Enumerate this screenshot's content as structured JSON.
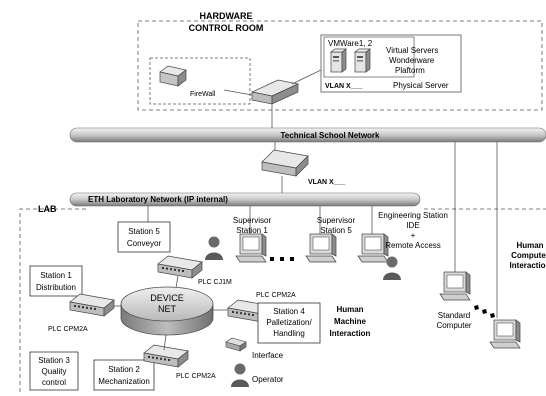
{
  "colors": {
    "network_bar_light": "#e8e8e8",
    "network_bar_dark": "#8c8c8c",
    "equipment_light": "#f2f2f2",
    "equipment_dark": "#8a8a8a",
    "line": "#555555"
  },
  "hardware_room": {
    "title_line1": "HARDWARE",
    "title_line2": "CONTROL ROOM",
    "firewall": "FireWall",
    "vmware": "VMWare1, 2",
    "virtual_servers": "Virtual Servers",
    "wonderware": "Wonderware",
    "platform": "Plaftorm",
    "vlan": "VLAN X___",
    "physical_server": "Physical Server"
  },
  "networks": {
    "technical_school": "Technical School Network",
    "lab_network": "ETH  Laboratory Network  (IP internal)",
    "vlan": "VLAN X___"
  },
  "lab": {
    "title": "LAB",
    "supervisor1_line1": "Supervisor",
    "supervisor1_line2": "Station 1",
    "supervisor5_line1": "Supervisor",
    "supervisor5_line2": "Station 5",
    "eng_line1": "Engineering Station",
    "eng_line2": "IDE",
    "eng_line3": "+",
    "eng_line4": "Remote Access",
    "station5_line1": "Station 5",
    "station5_line2": "Conveyor",
    "plc_cj1m": "PLC CJ1M",
    "station1_line1": "Station 1",
    "station1_line2": "Distribution",
    "plc_cpm2a_left": "PLC CPM2A",
    "device_net_line1": "DEVICE",
    "device_net_line2": "NET",
    "plc_cpm2a_mid": "PLC CPM2A",
    "station4_line1": "Station 4",
    "station4_line2": "Palletization/",
    "station4_line3": "Handling",
    "station3_line1": "Station 3",
    "station3_line2": "Quality",
    "station3_line3": "control",
    "station2_line1": "Station 2",
    "station2_line2": "Mechanization",
    "plc_cpm2a_bottom": "PLC CPM2A",
    "interface": "Interface",
    "operator": "Operator",
    "hmi_line1": "Human",
    "hmi_line2": "Machine",
    "hmi_line3": "Interaction",
    "hci_line1": "Human",
    "hci_line2": "Computer",
    "hci_line3": "Interaction",
    "standard_line1": "Standard",
    "standard_line2": "Computer"
  }
}
